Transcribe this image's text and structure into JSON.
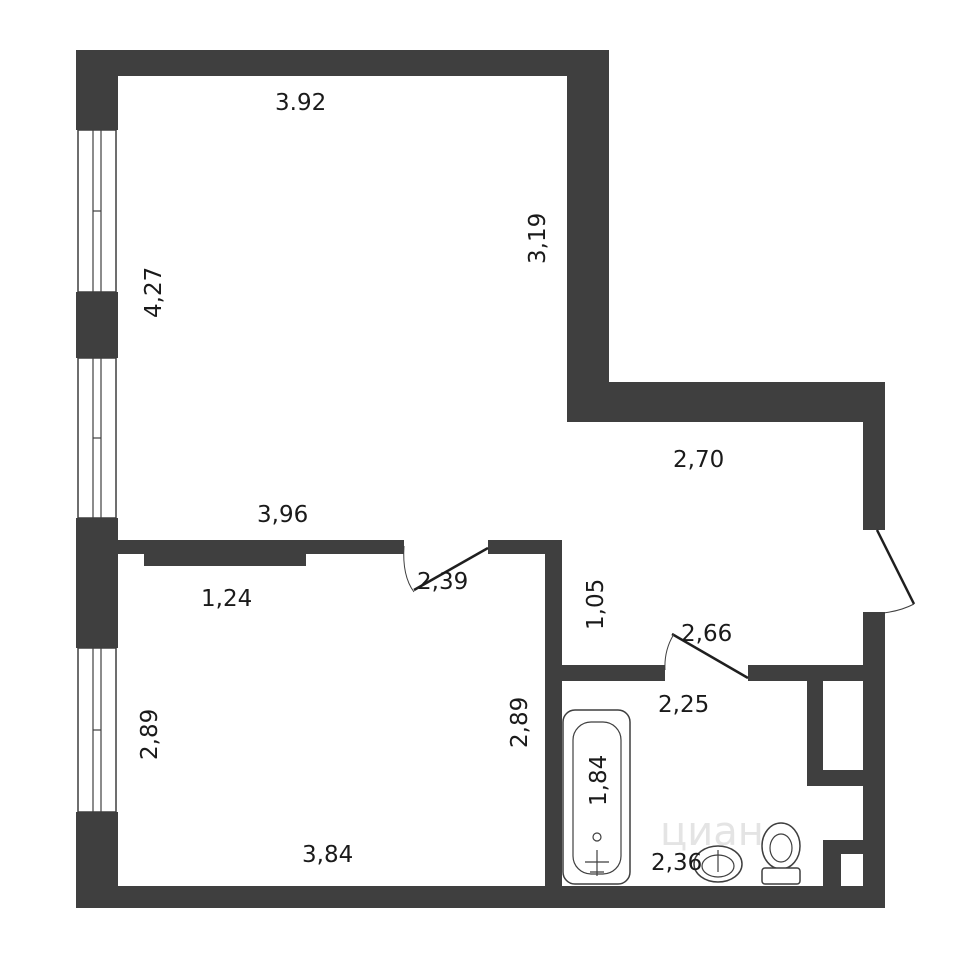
{
  "floor_plan": {
    "dimensions": {
      "living_width_top": "3.92",
      "living_height_left": "4,27",
      "living_inner_right": "3,19",
      "hall_width": "2,70",
      "living_width_bottom": "3,96",
      "bedroom_window_wall": "1,24",
      "door_gap": "2,39",
      "corridor_width": "1,05",
      "corridor_length": "2,66",
      "bathroom_width": "2,25",
      "bedroom_height_left": "2,89",
      "bedroom_height_right": "2,89",
      "bedroom_width": "3,84",
      "bathtub_length": "1,84",
      "bathroom_bottom": "2,36"
    },
    "watermark": "циан"
  }
}
